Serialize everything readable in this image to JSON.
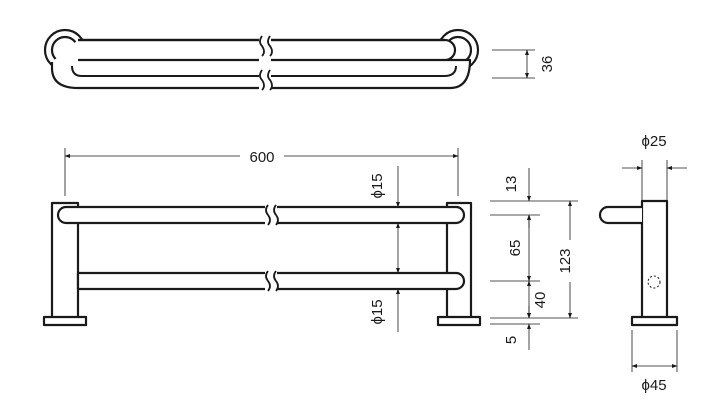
{
  "dimensions": {
    "top_depth": "36",
    "overall_length": "600",
    "bar_dia_upper": "ϕ15",
    "bar_dia_lower": "ϕ15",
    "top_offset": "13",
    "bar_spacing": "65",
    "total_height": "123",
    "lower_height": "40",
    "base_thickness": "5",
    "post_dia": "ϕ25",
    "base_dia": "ϕ45"
  },
  "colors": {
    "line": "#1a1a1a",
    "background": "#ffffff"
  }
}
